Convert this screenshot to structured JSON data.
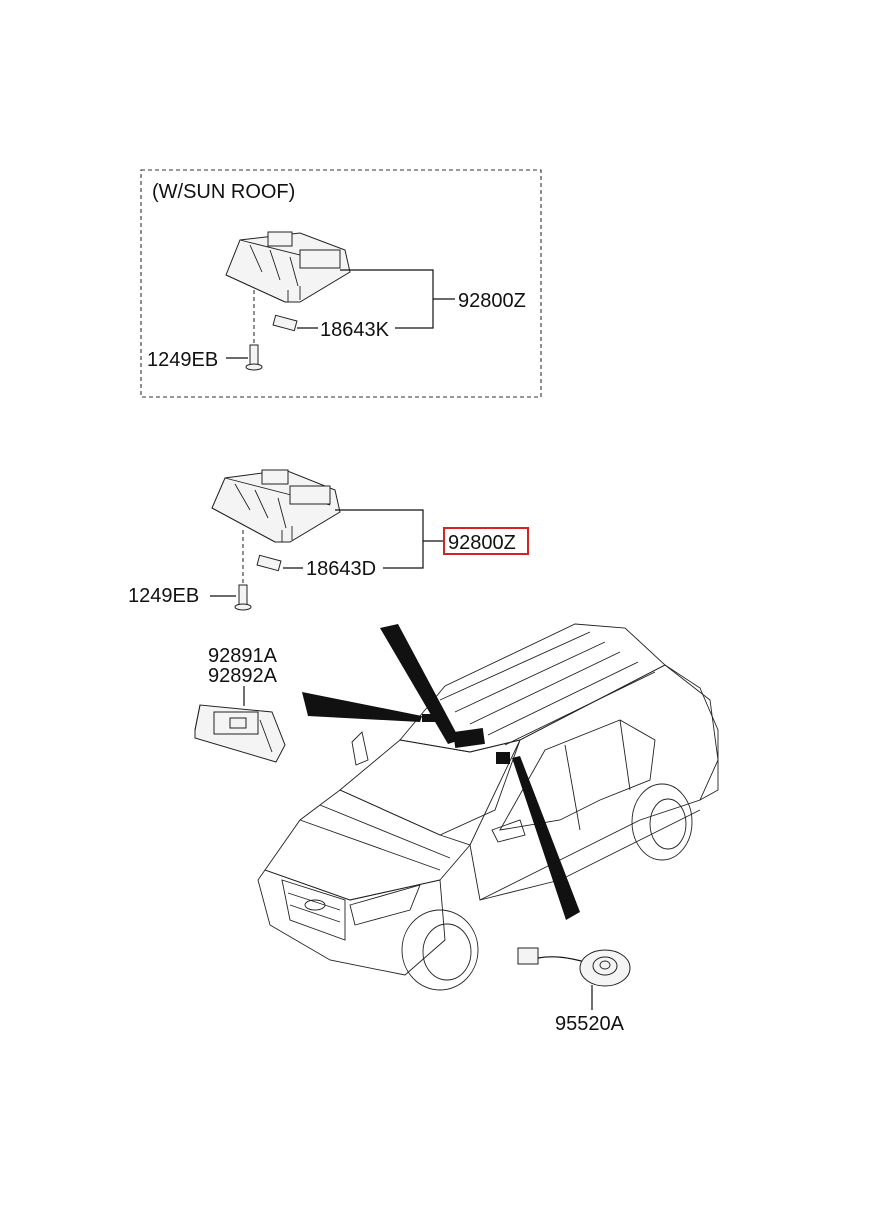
{
  "diagram": {
    "sunroof_section": {
      "heading": "(W/SUN ROOF)",
      "assembly_part": "92800Z",
      "bulb_part": "18643K",
      "screw_part": "1249EB"
    },
    "standard_section": {
      "assembly_part": "92800Z",
      "bulb_part": "18643D",
      "screw_part": "1249EB"
    },
    "vanity_lamp": {
      "part_left": "92891A",
      "part_right": "92892A"
    },
    "horn": {
      "part": "95520A"
    },
    "highlight_color": "#d32323"
  }
}
